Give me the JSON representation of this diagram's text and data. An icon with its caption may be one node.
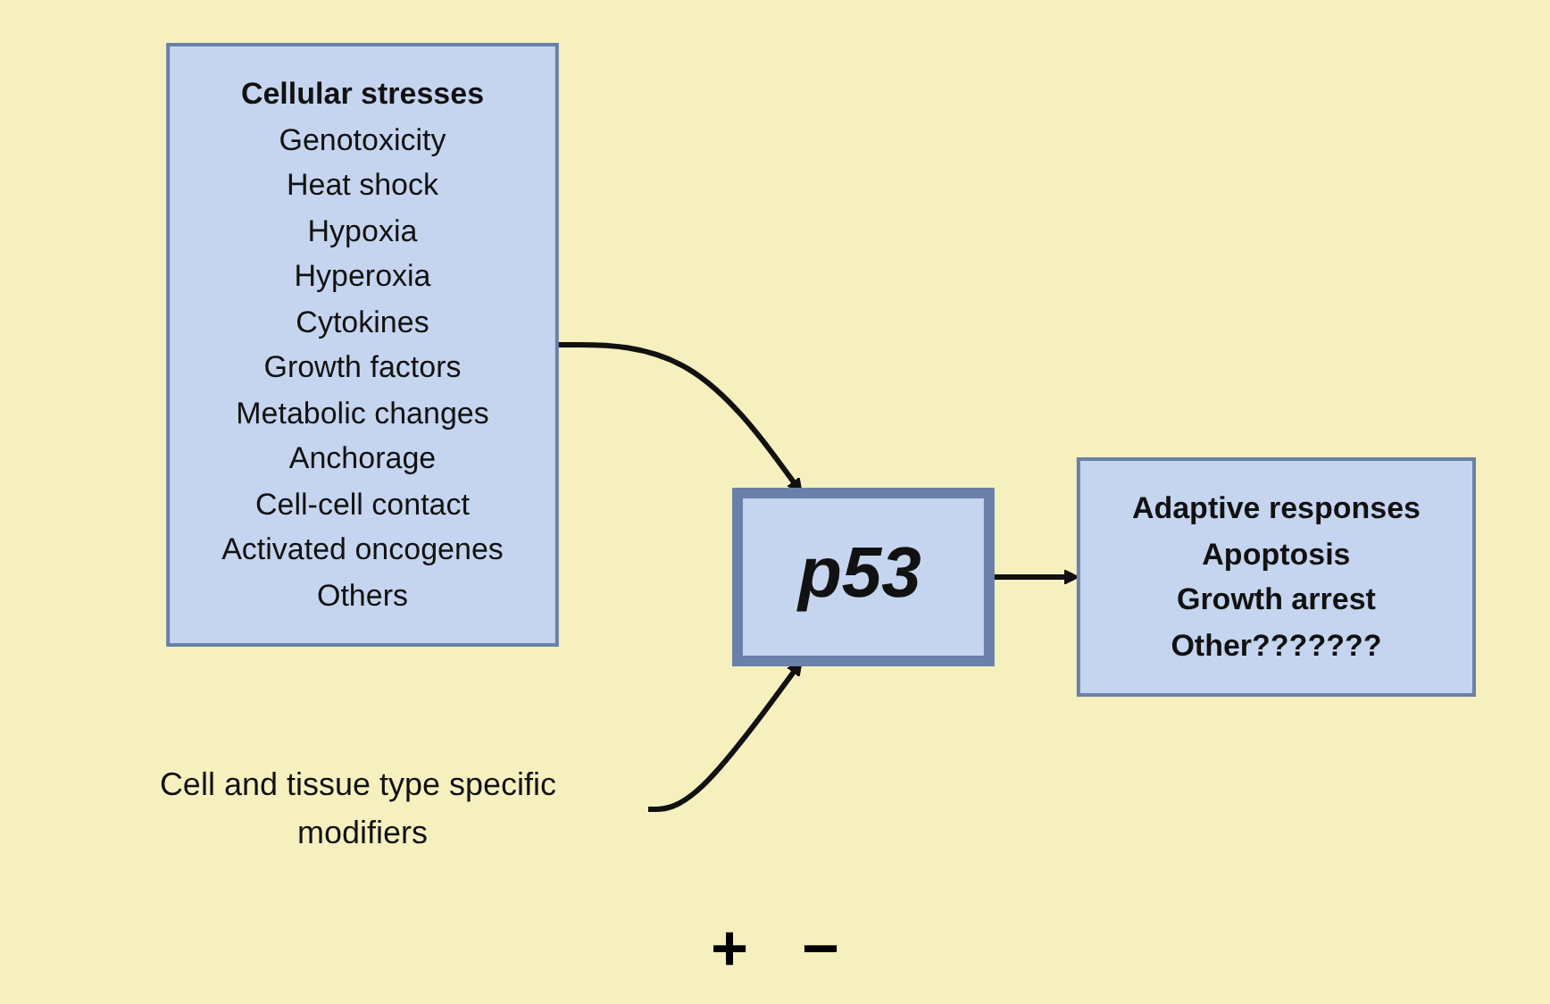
{
  "diagram": {
    "nodes": [
      {
        "text": [
          "Cellular stresses",
          "Genotoxicity",
          "Heat shock",
          "Hypoxia",
          "Hyperoxia",
          "Cytokines",
          "Growth factors",
          "Metabolic changes",
          "Anchorage",
          "Cell-cell contact",
          "Activated oncogenes",
          "Others"
        ]
      },
      {
        "text": [
          "p53"
        ]
      },
      {
        "text": [
          "Adaptive responses",
          "Apoptosis",
          "Growth arrest",
          "Other???????"
        ]
      },
      {
        "text": [
          "Cell and tissue type specific modifiers"
        ]
      }
    ],
    "edges": [
      {
        "from": 0,
        "to": 1,
        "arrow": "to"
      },
      {
        "from": 1,
        "to": 2,
        "arrow": "to"
      },
      {
        "from": 3,
        "to": 1,
        "arrow": "to"
      }
    ],
    "labels": [
      "+",
      "−"
    ]
  }
}
